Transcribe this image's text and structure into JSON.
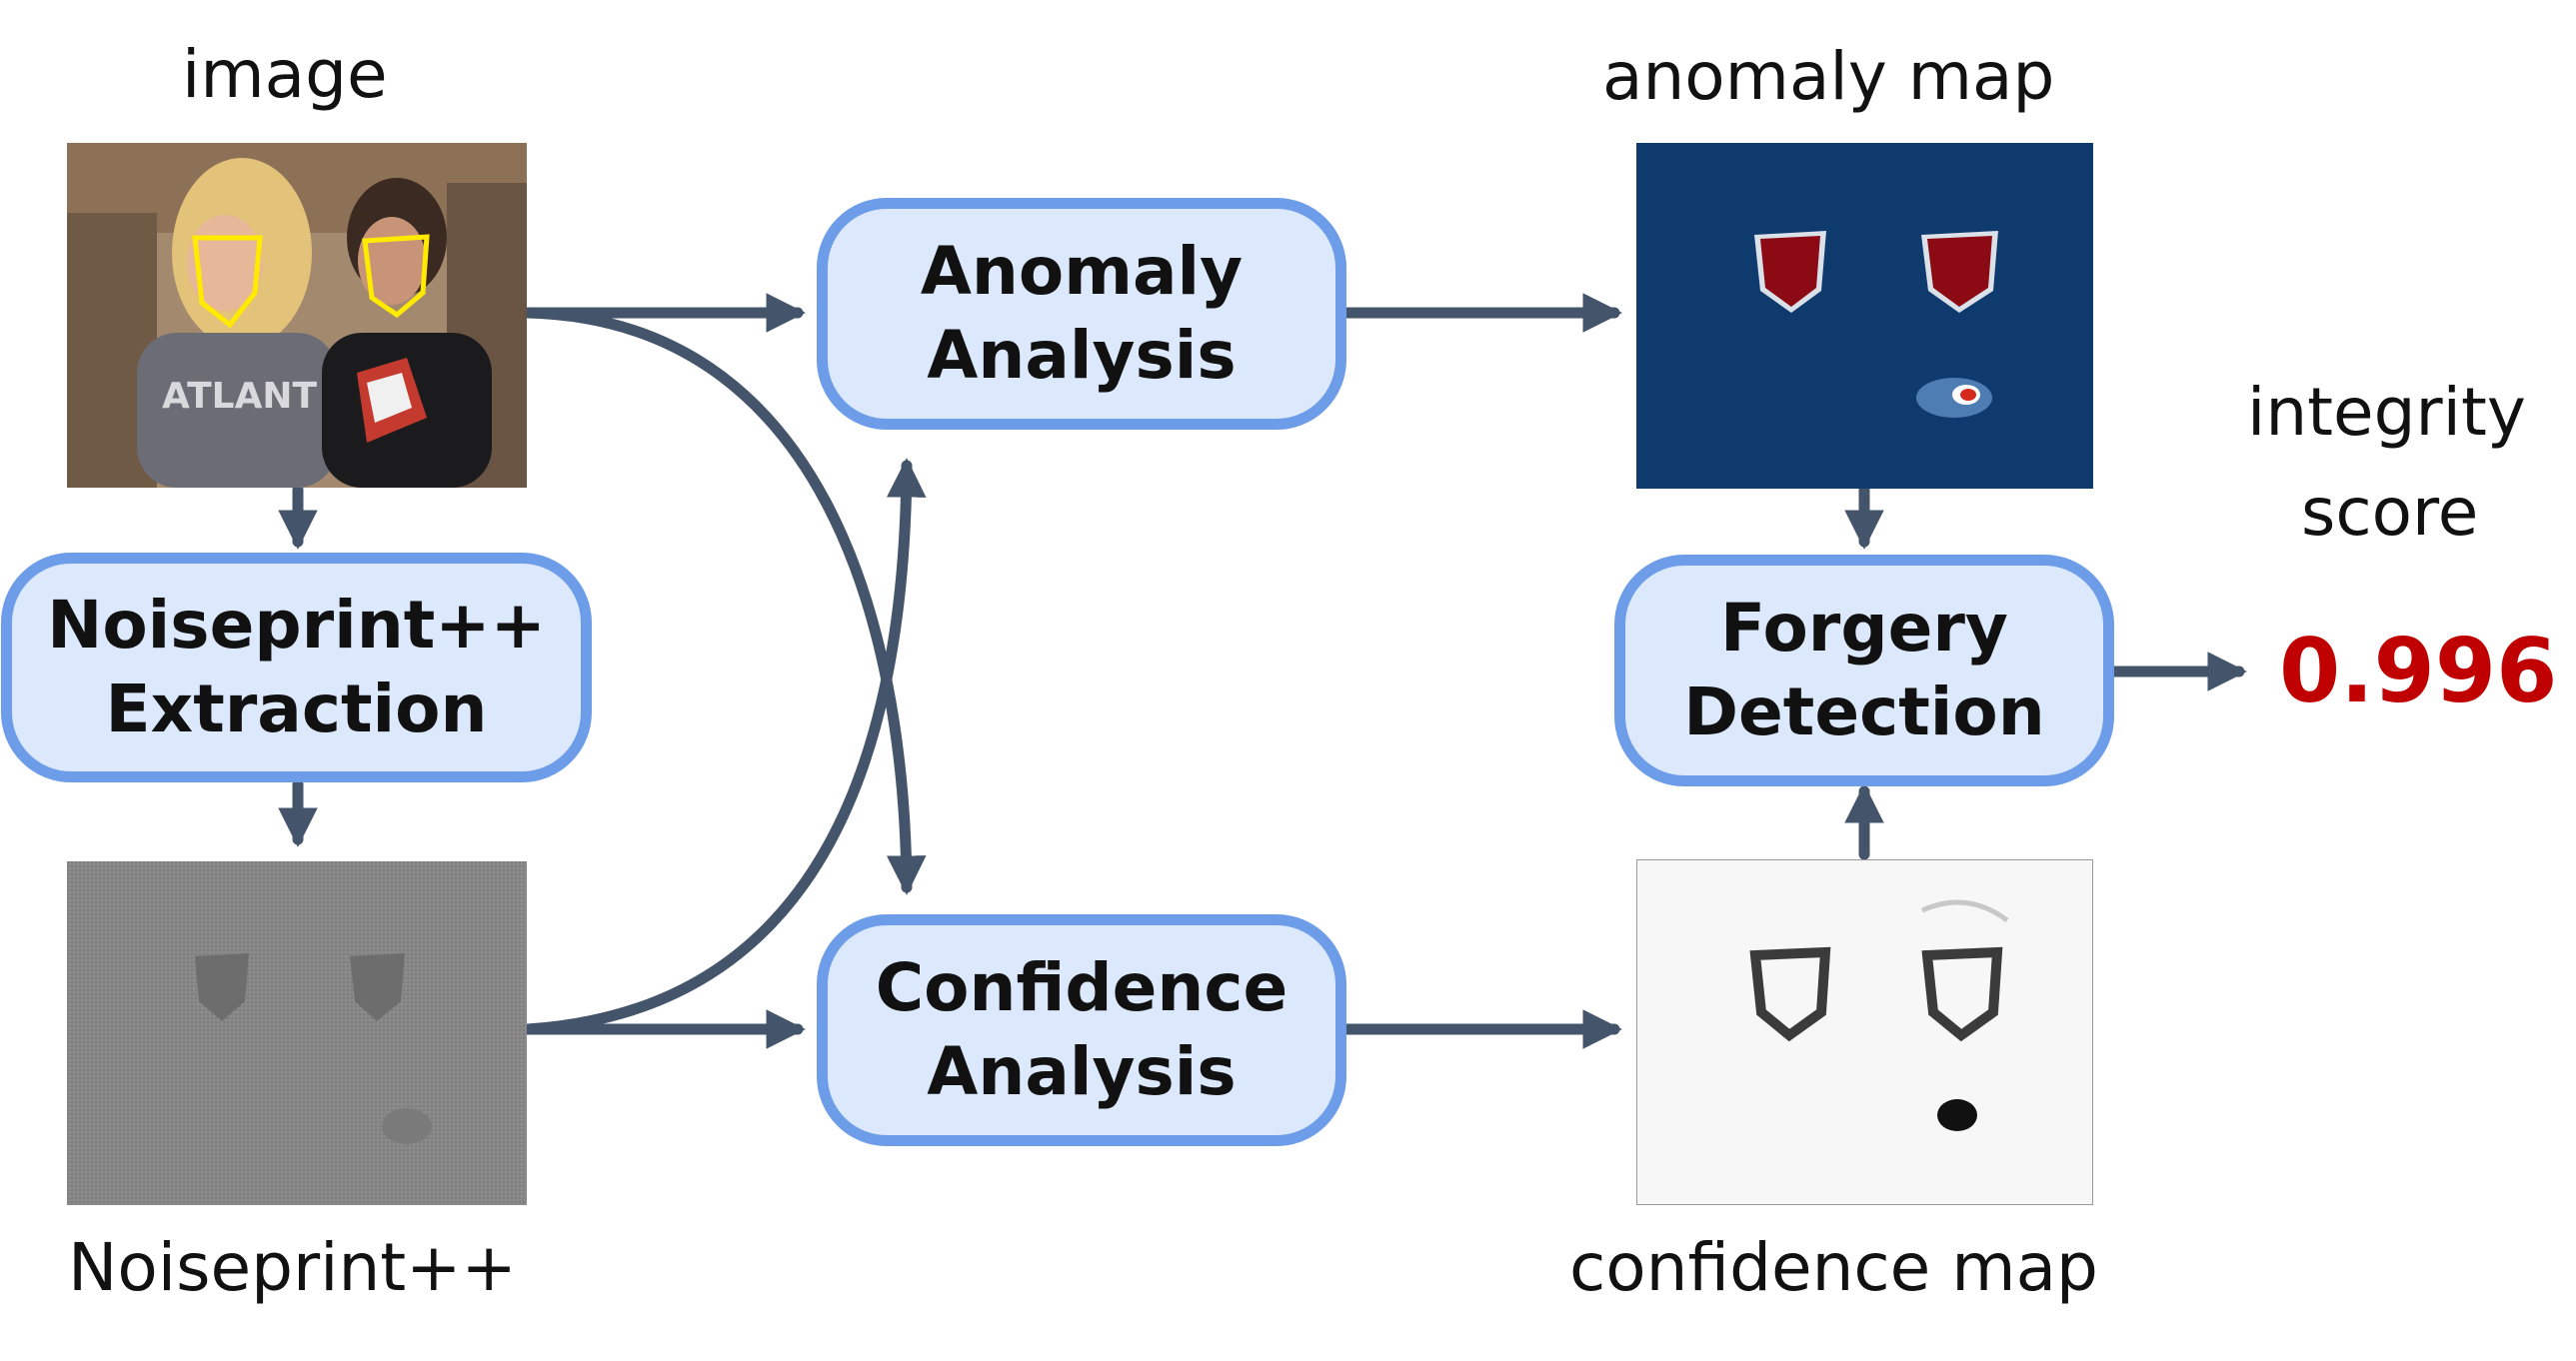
{
  "labels": {
    "image": "image",
    "noiseprint": "Noiseprint++",
    "anomaly_map": "anomaly map",
    "confidence_map": "confidence map",
    "integrity_line1": "integrity",
    "integrity_line2": "score"
  },
  "boxes": {
    "noiseprint_extraction": {
      "line1": "Noiseprint++",
      "line2": "Extraction"
    },
    "anomaly_analysis": {
      "line1": "Anomaly",
      "line2": "Analysis"
    },
    "confidence_analysis": {
      "line1": "Confidence",
      "line2": "Analysis"
    },
    "forgery_detection": {
      "line1": "Forgery",
      "line2": "Detection"
    }
  },
  "integrity_score": "0.996",
  "colors": {
    "arrow": "#44546a",
    "box_border": "#6d9ce8",
    "box_fill": "#dce8fb",
    "score": "#c00000",
    "anomaly_bg": "#0e3a6e",
    "anomaly_hot": "#8b0a14"
  }
}
